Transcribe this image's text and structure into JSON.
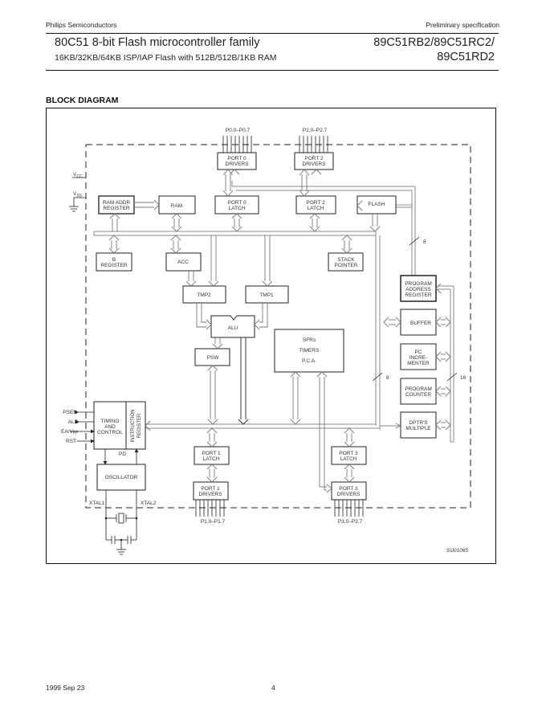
{
  "header": {
    "company": "Philips Semiconductors",
    "doc_status": "Preliminary specification",
    "title": "80C51 8-bit Flash microcontroller family",
    "subtitle": "16KB/32KB/64KB ISP/IAP Flash with 512B/512B/1KB RAM",
    "part_line1": "89C51RB2/89C51RC2/",
    "part_line2": "89C51RD2"
  },
  "section_title": "BLOCK DIAGRAM",
  "diagram": {
    "pins": {
      "p0": "P0.0–P0.7",
      "p2": "P2.0–P2.7",
      "p1": "P1.0–P1.7",
      "p3": "P3.0–P3.7",
      "vcc": "V",
      "vcc_sub": "CC",
      "vss": "V",
      "vss_sub": "SS",
      "psen": "PSEN",
      "ale": "ALE",
      "ea": "EA/V",
      "ea_sub": "PP",
      "rst": "RST",
      "xtal1": "XTAL1",
      "xtal2": "XTAL2"
    },
    "blocks": {
      "port0_drivers": [
        "PORT 0",
        "DRIVERS"
      ],
      "port2_drivers": [
        "PORT 2",
        "DRIVERS"
      ],
      "ram_addr_register": [
        "RAM ADDR",
        "REGISTER"
      ],
      "ram": [
        "RAM"
      ],
      "port0_latch": [
        "PORT 0",
        "LATCH"
      ],
      "port2_latch": [
        "PORT 2",
        "LATCH"
      ],
      "flash": [
        "FLASH"
      ],
      "b_register": [
        "B",
        "REGISTER"
      ],
      "acc": [
        "ACC"
      ],
      "stack_pointer": [
        "STACK",
        "POINTER"
      ],
      "tmp2": [
        "TMP2"
      ],
      "tmp1": [
        "TMP1"
      ],
      "alu": [
        "ALU"
      ],
      "psw": [
        "PSW"
      ],
      "sfrs": [
        "SFRs",
        "TIMERS",
        "P.C.A."
      ],
      "program_address_register": [
        "PROGRAM",
        "ADDRESS",
        "REGISTER"
      ],
      "buffer": [
        "BUFFER"
      ],
      "pc_incrementer": [
        "PC",
        "INCRE-",
        "MENTER"
      ],
      "program_counter": [
        "PROGRAM",
        "COUNTER"
      ],
      "dptrs_multiple": [
        "DPTR'S",
        "MULTIPLE"
      ],
      "timing_control": [
        "TIMING",
        "AND",
        "CONTROL"
      ],
      "instruction_register": [
        "INSTRUCTION",
        "REGISTER"
      ],
      "oscillator": [
        "OSCILLATOR"
      ],
      "port1_latch": [
        "PORT 1",
        "LATCH"
      ],
      "port1_drivers": [
        "PORT 1",
        "DRIVERS"
      ],
      "port3_latch": [
        "PORT 3",
        "LATCH"
      ],
      "port3_drivers": [
        "PORT 3",
        "DRIVERS"
      ]
    },
    "labels": {
      "pd": "PD",
      "bus8_a": "8",
      "bus8_b": "8",
      "bus16": "16",
      "figure_id": "SU01065"
    }
  },
  "footer": {
    "date": "1999 Sep 23",
    "page": "4"
  }
}
